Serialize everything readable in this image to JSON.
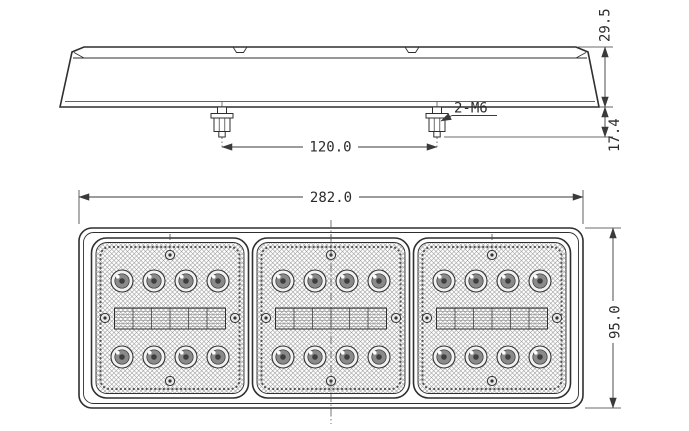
{
  "colors": {
    "line": "#3a3a3a",
    "background": "#ffffff"
  },
  "side_view": {
    "dims": {
      "body_height": "29.5",
      "stud_height": "17.4",
      "stud_spacing": "120.0",
      "stud_thread_label": "2-M6"
    }
  },
  "front_view": {
    "dims": {
      "overall_width": "282.0",
      "overall_height": "95.0"
    }
  }
}
